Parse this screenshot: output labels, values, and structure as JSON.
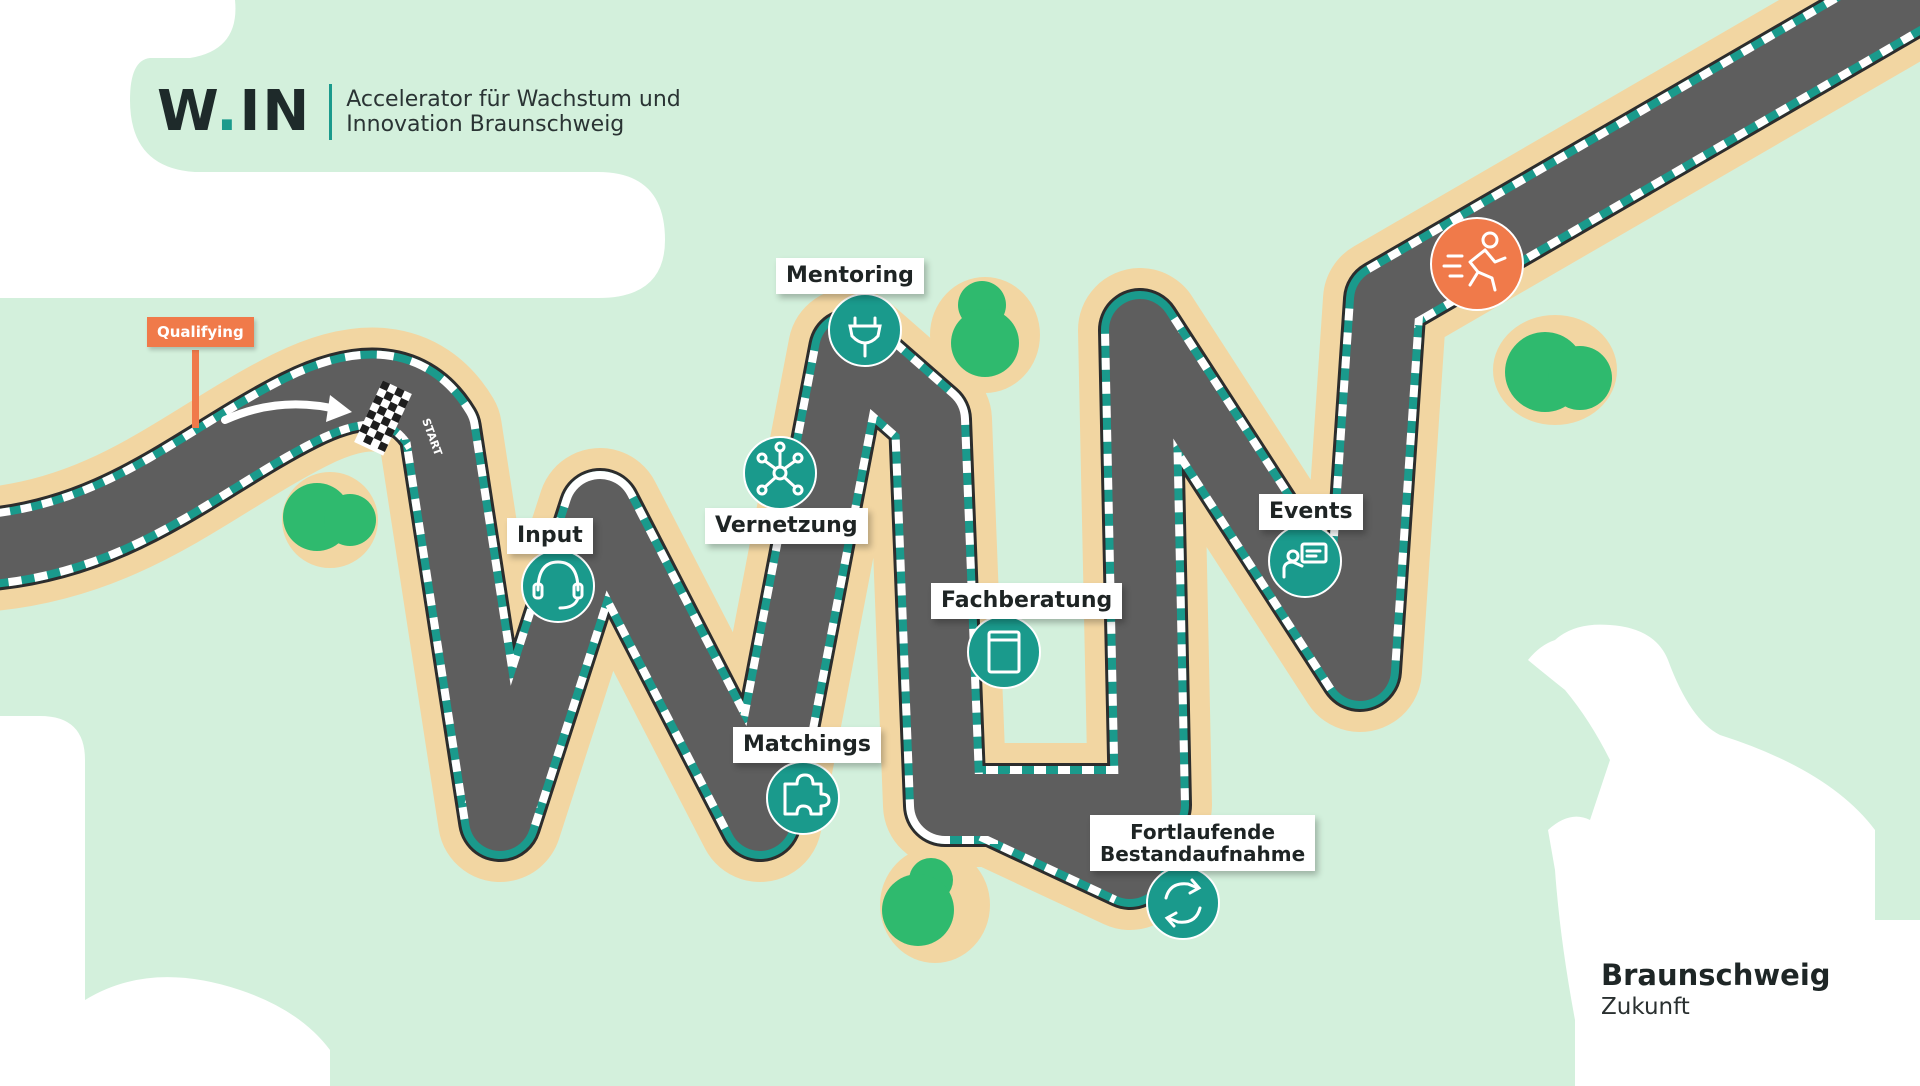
{
  "header": {
    "logo_text": "W",
    "logo_dot": ".",
    "logo_suffix": "IN",
    "tagline_line1": "Accelerator für Wachstum und",
    "tagline_line2": "Innovation Braunschweig"
  },
  "qualifying_label": "Qualifying",
  "start_label": "START",
  "stations": [
    {
      "id": "mentoring",
      "label": "Mentoring",
      "icon": "plug-icon"
    },
    {
      "id": "vernetzung",
      "label": "Vernetzung",
      "icon": "network-icon"
    },
    {
      "id": "input",
      "label": "Input",
      "icon": "headset-icon"
    },
    {
      "id": "fachberatung",
      "label": "Fachberatung",
      "icon": "book-icon"
    },
    {
      "id": "matchings",
      "label": "Matchings",
      "icon": "puzzle-icon"
    },
    {
      "id": "bestand",
      "label_line1": "Fortlaufende",
      "label_line2": "Bestandaufnahme",
      "icon": "refresh-icon"
    },
    {
      "id": "events",
      "label": "Events",
      "icon": "presentation-icon"
    },
    {
      "id": "finish",
      "icon": "runner-icon"
    }
  ],
  "footer": {
    "city": "Braunschweig",
    "subtitle": "Zukunft"
  },
  "colors": {
    "background": "#d3f0dc",
    "sand": "#f2d6a2",
    "track": "#5e5e5e",
    "teal": "#1a9a8c",
    "orange": "#f07a4a",
    "tree": "#2fba6e",
    "cloud": "#ffffff"
  }
}
